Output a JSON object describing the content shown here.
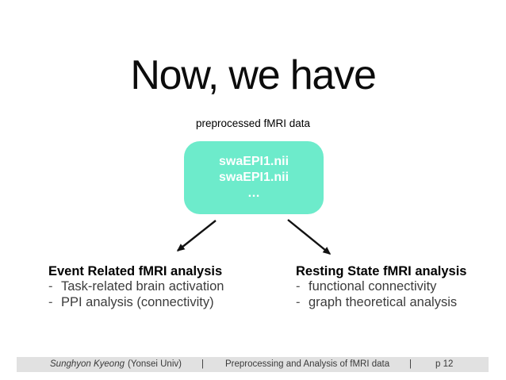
{
  "slide": {
    "title": "Now, we have",
    "diagram": {
      "label": "preprocessed fMRI data",
      "box_lines": [
        "swaEPI1.nii",
        "swaEPI1.nii",
        "…"
      ],
      "box_color": "#6DEBCB"
    },
    "bullet_char": "-",
    "left_block": {
      "heading": "Event Related fMRI analysis",
      "items": [
        "Task-related brain activation",
        "PPI analysis (connectivity)"
      ]
    },
    "right_block": {
      "heading": "Resting State fMRI analysis",
      "items": [
        "functional connectivity",
        "graph theoretical analysis"
      ]
    },
    "footer": {
      "author": "Sunghyon Kyeong",
      "affiliation": "(Yonsei Univ)",
      "separator": "|",
      "deck_title": "Preprocessing and Analysis of fMRI data",
      "page_label": "p 12"
    },
    "colors": {
      "box_teal": "#6DEBCB",
      "footer_gray": "#E1E1E1",
      "arrow_black": "#121212"
    }
  }
}
